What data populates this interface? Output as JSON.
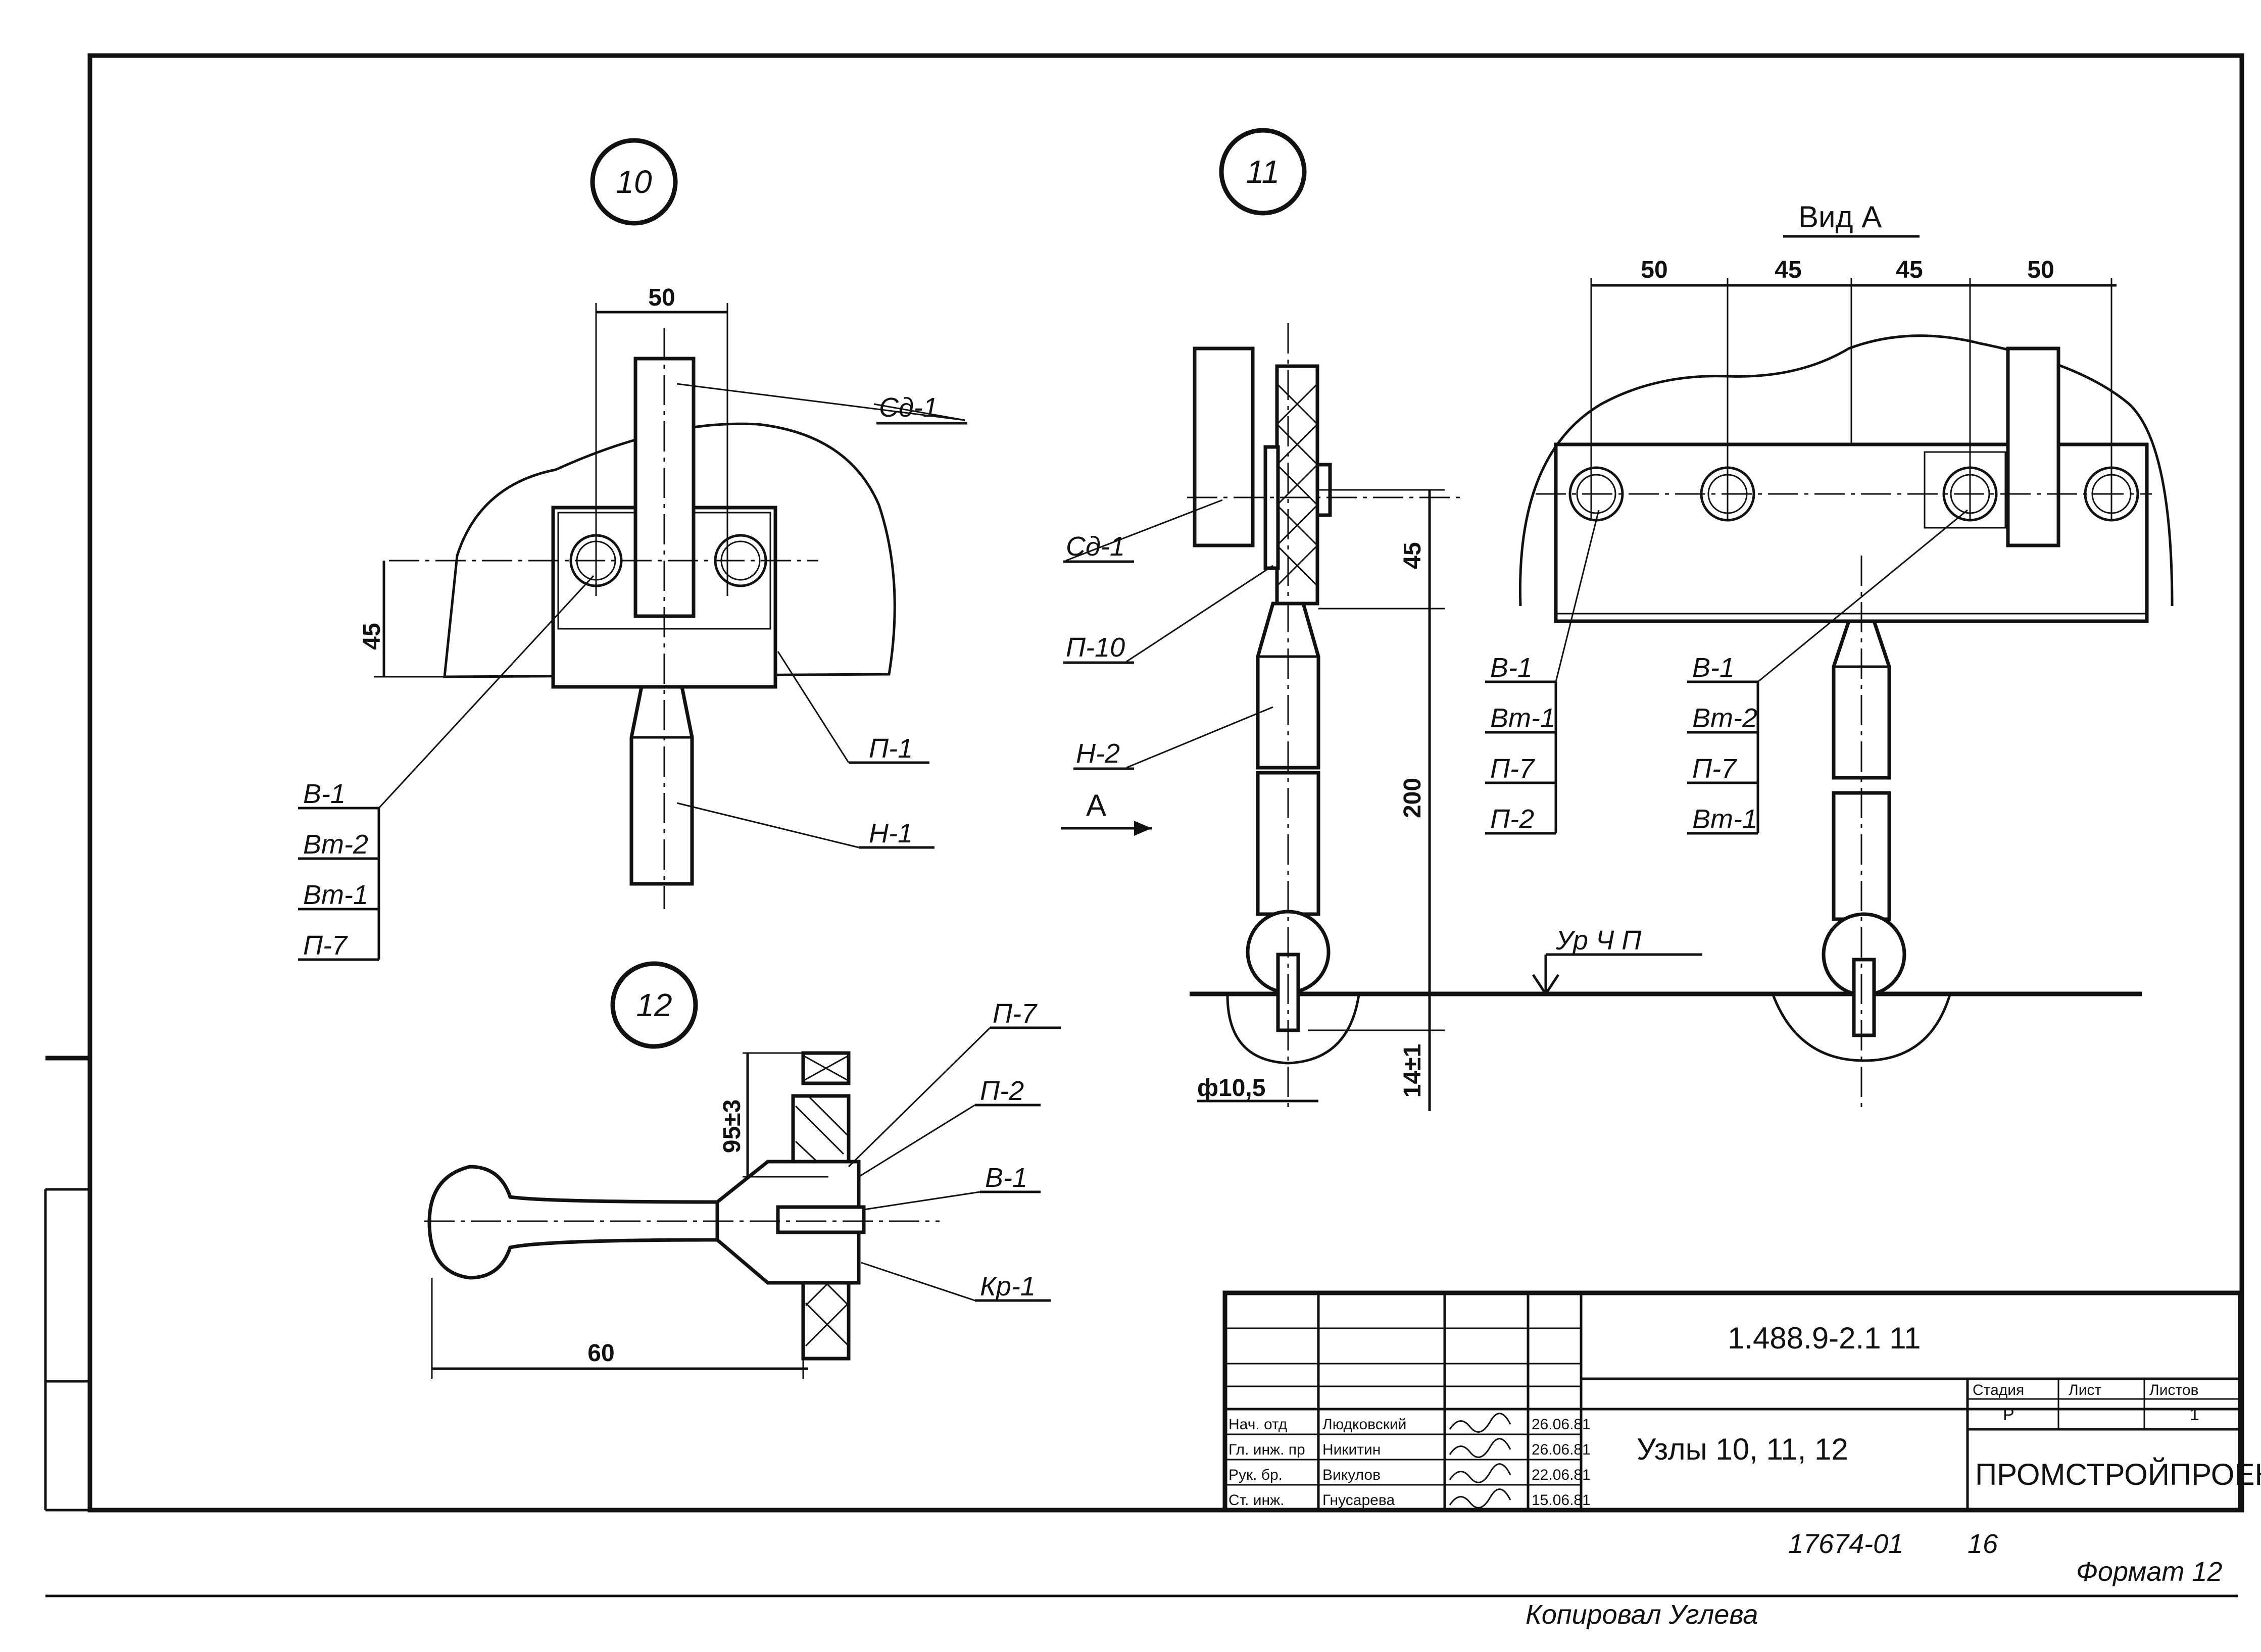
{
  "nodes": {
    "node10": "10",
    "node11": "11",
    "node12": "12",
    "view_a": "Вид А",
    "arrow_a": "А"
  },
  "dimensions": {
    "d10_50": "50",
    "d10_45": "45",
    "d11_45": "45",
    "d11_200": "200",
    "d11_14": "14±1",
    "d11_phi": "ф10,5",
    "dA_50a": "50",
    "dA_45a": "45",
    "dA_45b": "45",
    "dA_50b": "50",
    "d12_95": "95±3",
    "d12_60": "60"
  },
  "labels": {
    "n10_sd1": "Сд-1",
    "n10_p1": "П-1",
    "n10_h1": "Н-1",
    "n10_list": [
      "В-1",
      "Вт-2",
      "Вт-1",
      "П-7"
    ],
    "n11_sd1": "Сд-1",
    "n11_p10": "П-10",
    "n11_h2": "Н-2",
    "va_list1": [
      "В-1",
      "Вт-1",
      "П-7",
      "П-2"
    ],
    "va_list2": [
      "В-1",
      "Вт-2",
      "П-7",
      "Вт-1"
    ],
    "level": "Ур Ч П",
    "n12_p7": "П-7",
    "n12_p2": "П-2",
    "n12_v1": "В-1",
    "n12_kr1": "Кр-1"
  },
  "title_block": {
    "code": "1.488.9-2.1   11",
    "title": "Узлы  10, 11, 12",
    "org": "ПРОМСТРОЙПРОЕКТ",
    "stage_header": "Стадия",
    "sheet_header": "Лист",
    "sheets_header": "Листов",
    "stage": "Р",
    "sheet": "",
    "sheets": "1",
    "rows": [
      {
        "role": "Нач. отд",
        "name": "Людковский",
        "date": "26.06.81"
      },
      {
        "role": "Гл. инж. пр",
        "name": "Никитин",
        "date": "26.06.81"
      },
      {
        "role": "Рук. бр.",
        "name": "Викулов",
        "date": "22.06.81"
      },
      {
        "role": "Ст. инж.",
        "name": "Гнусарева",
        "date": "15.06.81"
      }
    ]
  },
  "footer": {
    "number": "17674-01",
    "page": "16",
    "copied": "Копировал  Углева",
    "format": "Формат 12"
  }
}
